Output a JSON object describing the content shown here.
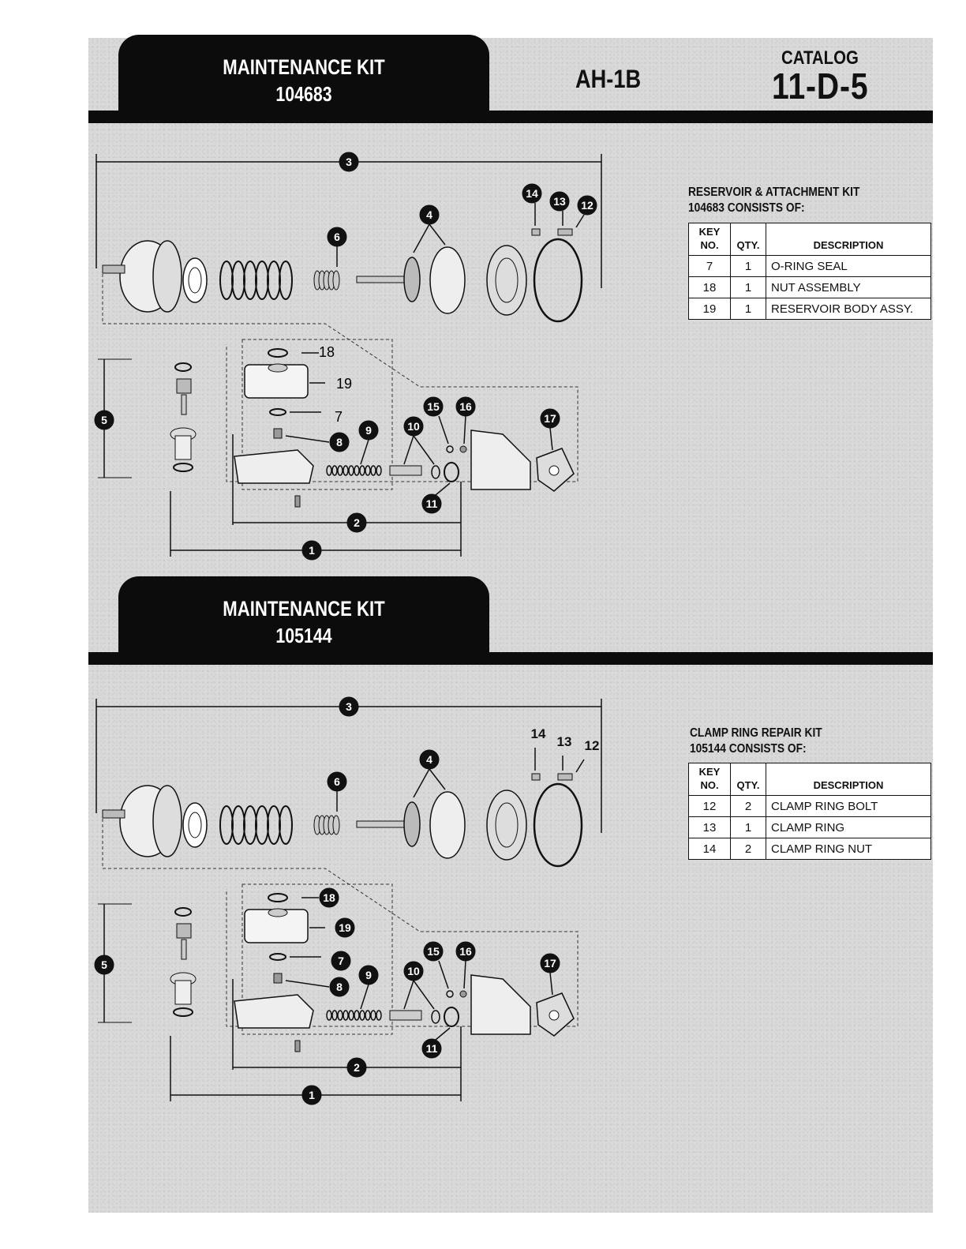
{
  "header": {
    "model": "AH-1B",
    "catalog_label": "CATALOG",
    "catalog_number": "11-D-5"
  },
  "sections": [
    {
      "tab_title": "MAINTENANCE KIT",
      "tab_number": "104683",
      "kit_title_line1": "RESERVOIR & ATTACHMENT KIT",
      "kit_title_line2": "104683 CONSISTS OF:",
      "table": {
        "headers": {
          "key_no_line1": "KEY",
          "key_no_line2": "NO.",
          "qty": "QTY.",
          "description": "DESCRIPTION"
        },
        "rows": [
          {
            "key": "7",
            "qty": "1",
            "description": "O-RING SEAL"
          },
          {
            "key": "18",
            "qty": "1",
            "description": "NUT ASSEMBLY"
          },
          {
            "key": "19",
            "qty": "1",
            "description": "RESERVOIR BODY ASSY."
          }
        ]
      },
      "callouts": {
        "c1": "1",
        "c2": "2",
        "c3": "3",
        "c4": "4",
        "c5": "5",
        "c6": "6",
        "c7": "7",
        "c8": "8",
        "c9": "9",
        "c10": "10",
        "c11": "11",
        "c12": "12",
        "c13": "13",
        "c14": "14",
        "c15": "15",
        "c16": "16",
        "c17": "17",
        "c18": "18",
        "c19": "19"
      }
    },
    {
      "tab_title": "MAINTENANCE KIT",
      "tab_number": "105144",
      "kit_title_line1": "CLAMP RING REPAIR KIT",
      "kit_title_line2": "105144 CONSISTS OF:",
      "table": {
        "headers": {
          "key_no_line1": "KEY",
          "key_no_line2": "NO.",
          "qty": "QTY.",
          "description": "DESCRIPTION"
        },
        "rows": [
          {
            "key": "12",
            "qty": "2",
            "description": "CLAMP RING BOLT"
          },
          {
            "key": "13",
            "qty": "1",
            "description": "CLAMP RING"
          },
          {
            "key": "14",
            "qty": "2",
            "description": "CLAMP RING NUT"
          }
        ]
      },
      "callouts": {
        "c1": "1",
        "c2": "2",
        "c3": "3",
        "c4": "4",
        "c5": "5",
        "c6": "6",
        "c7": "7",
        "c8": "8",
        "c9": "9",
        "c10": "10",
        "c11": "11",
        "c12": "12",
        "c13": "13",
        "c14": "14",
        "c15": "15",
        "c16": "16",
        "c17": "17",
        "c18": "18",
        "c19": "19"
      }
    }
  ]
}
